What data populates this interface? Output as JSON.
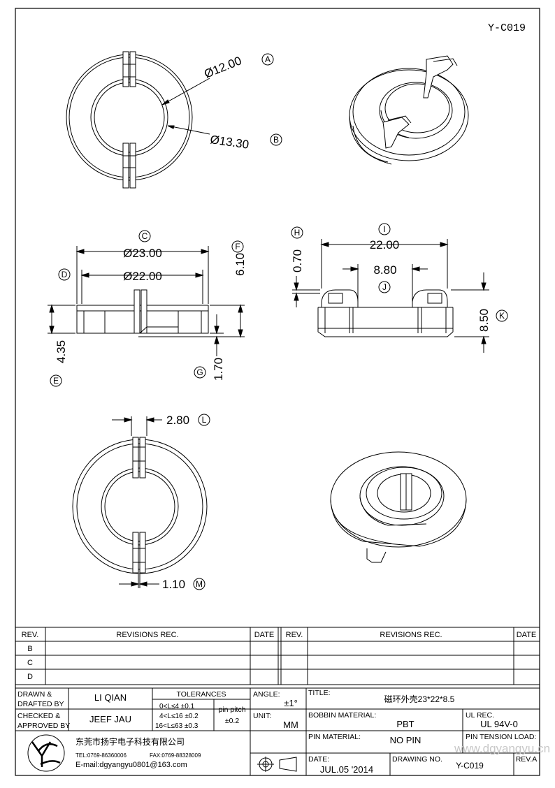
{
  "drawing_code": "Y-C019",
  "callouts": {
    "A": "A",
    "B": "B",
    "C": "C",
    "D": "D",
    "E": "E",
    "F": "F",
    "G": "G",
    "H": "H",
    "I": "I",
    "J": "J",
    "K": "K",
    "L": "L",
    "M": "M"
  },
  "dims": {
    "d12": "Ø12.00",
    "d1330": "Ø13.30",
    "d23": "Ø23.00",
    "d22": "Ø22.00",
    "h610": "6.10",
    "h435": "4.35",
    "h170": "1.70",
    "h070": "0.70",
    "w22": "22.00",
    "w880": "8.80",
    "h850": "8.50",
    "w280": "2.80",
    "w110": "1.10"
  },
  "revisions": {
    "rev_label": "REV.",
    "revisions_label": "REVISIONS   REC.",
    "date_label": "DATE",
    "rows": [
      "B",
      "C",
      "D"
    ]
  },
  "title_block": {
    "drawn_label": "DRAWN &\nDRAFTED BY",
    "drawn_label_1": "DRAWN &",
    "drawn_label_2": "DRAFTED BY",
    "drawn_by": "LI QIAN",
    "checked_label_1": "CHECKED &",
    "checked_label_2": "APPROVED BY",
    "checked_by": "JEEF JAU",
    "tolerances_label": "TOLERANCES",
    "tol_1": "0<L≤4   ±0.1",
    "tol_2": "4<L≤16  ±0.2",
    "tol_3": "16<L≤63 ±0.3",
    "pin_pitch_label": "pin pitch",
    "pin_pitch_value": "±0.2",
    "angle_label": "ANGLE:",
    "angle_value": "±1°",
    "unit_label": "UNIT:",
    "unit_value": "MM",
    "title_label": "TITLE:",
    "title_value": "磁环外壳23*22*8.5",
    "bobbin_label": "BOBBIN MATERIAL:",
    "bobbin_value": "PBT",
    "ul_label": "UL REC.",
    "ul_value": "UL 94V-0",
    "pin_material_label": "PIN MATERIAL:",
    "pin_material_value": "NO PIN",
    "pin_tension_label": "PIN TENSION LOAD:",
    "date_label": "DATE:",
    "date_value": "JUL.05 '2014",
    "drawing_no_label": "DRAWING NO.",
    "drawing_no_value": "Y-C019",
    "rev_a_label": "REV.A",
    "company_name": "东莞市扬宇电子科技有限公司",
    "company_tel": "TEL:0769-86360006",
    "company_fax": "FAX:0769-88328009",
    "company_email": "E-mail:dgyangyu0801@163.com",
    "watermark": "www.dgyangyu.cn"
  }
}
